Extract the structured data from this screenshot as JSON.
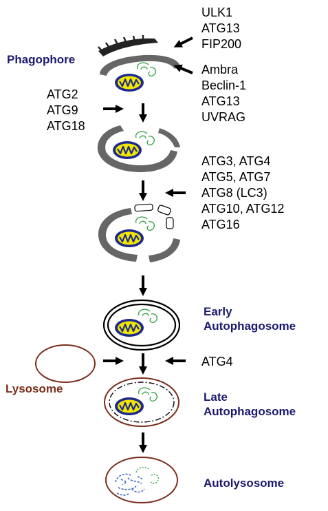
{
  "stages": {
    "phagophore": "Phagophore",
    "early_line1": "Early",
    "early_line2": "Autophagosome",
    "late_line1": "Late",
    "late_line2": "Autophagosome",
    "autolysosome": "Autolysosome",
    "lysosome": "Lysosome"
  },
  "protein_groups": {
    "initiation": [
      "ULK1",
      "ATG13",
      "FIP200"
    ],
    "nucleation": [
      "Ambra",
      "Beclin-1",
      "ATG13",
      "UVRAG"
    ],
    "elongation_left": [
      "ATG2",
      "ATG9",
      "ATG18"
    ],
    "conjugation": [
      "ATG3, ATG4",
      "ATG5, ATG7",
      "ATG8 (LC3)",
      "ATG10, ATG12",
      "ATG16"
    ],
    "fusion": [
      "ATG4"
    ]
  },
  "colors": {
    "stage_label": "#1a1a6e",
    "lysosome": "#7a2e1a",
    "membrane": "#666666",
    "mito_fill": "#f2e600",
    "mito_outline": "#1c2a8c",
    "organelle_green": "#3aa64a",
    "degraded_blue": "#3a63c8"
  }
}
